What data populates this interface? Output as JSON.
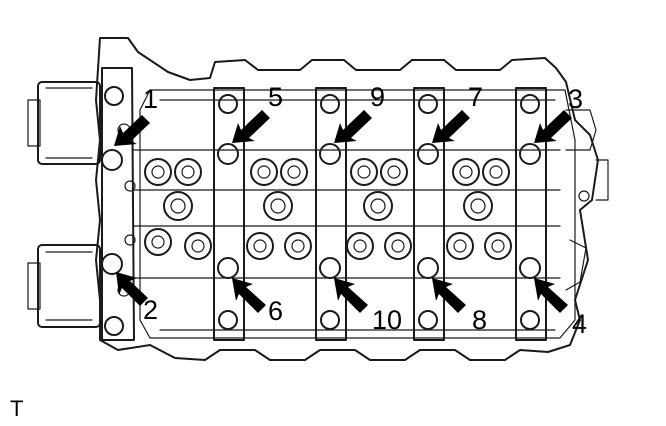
{
  "diagram": {
    "sequence_labels": [
      "1",
      "2",
      "3",
      "4",
      "5",
      "6",
      "7",
      "8",
      "9",
      "10"
    ],
    "corner_mark": "T",
    "line_color": "#1a1a1a",
    "arrow_color": "#000000"
  }
}
